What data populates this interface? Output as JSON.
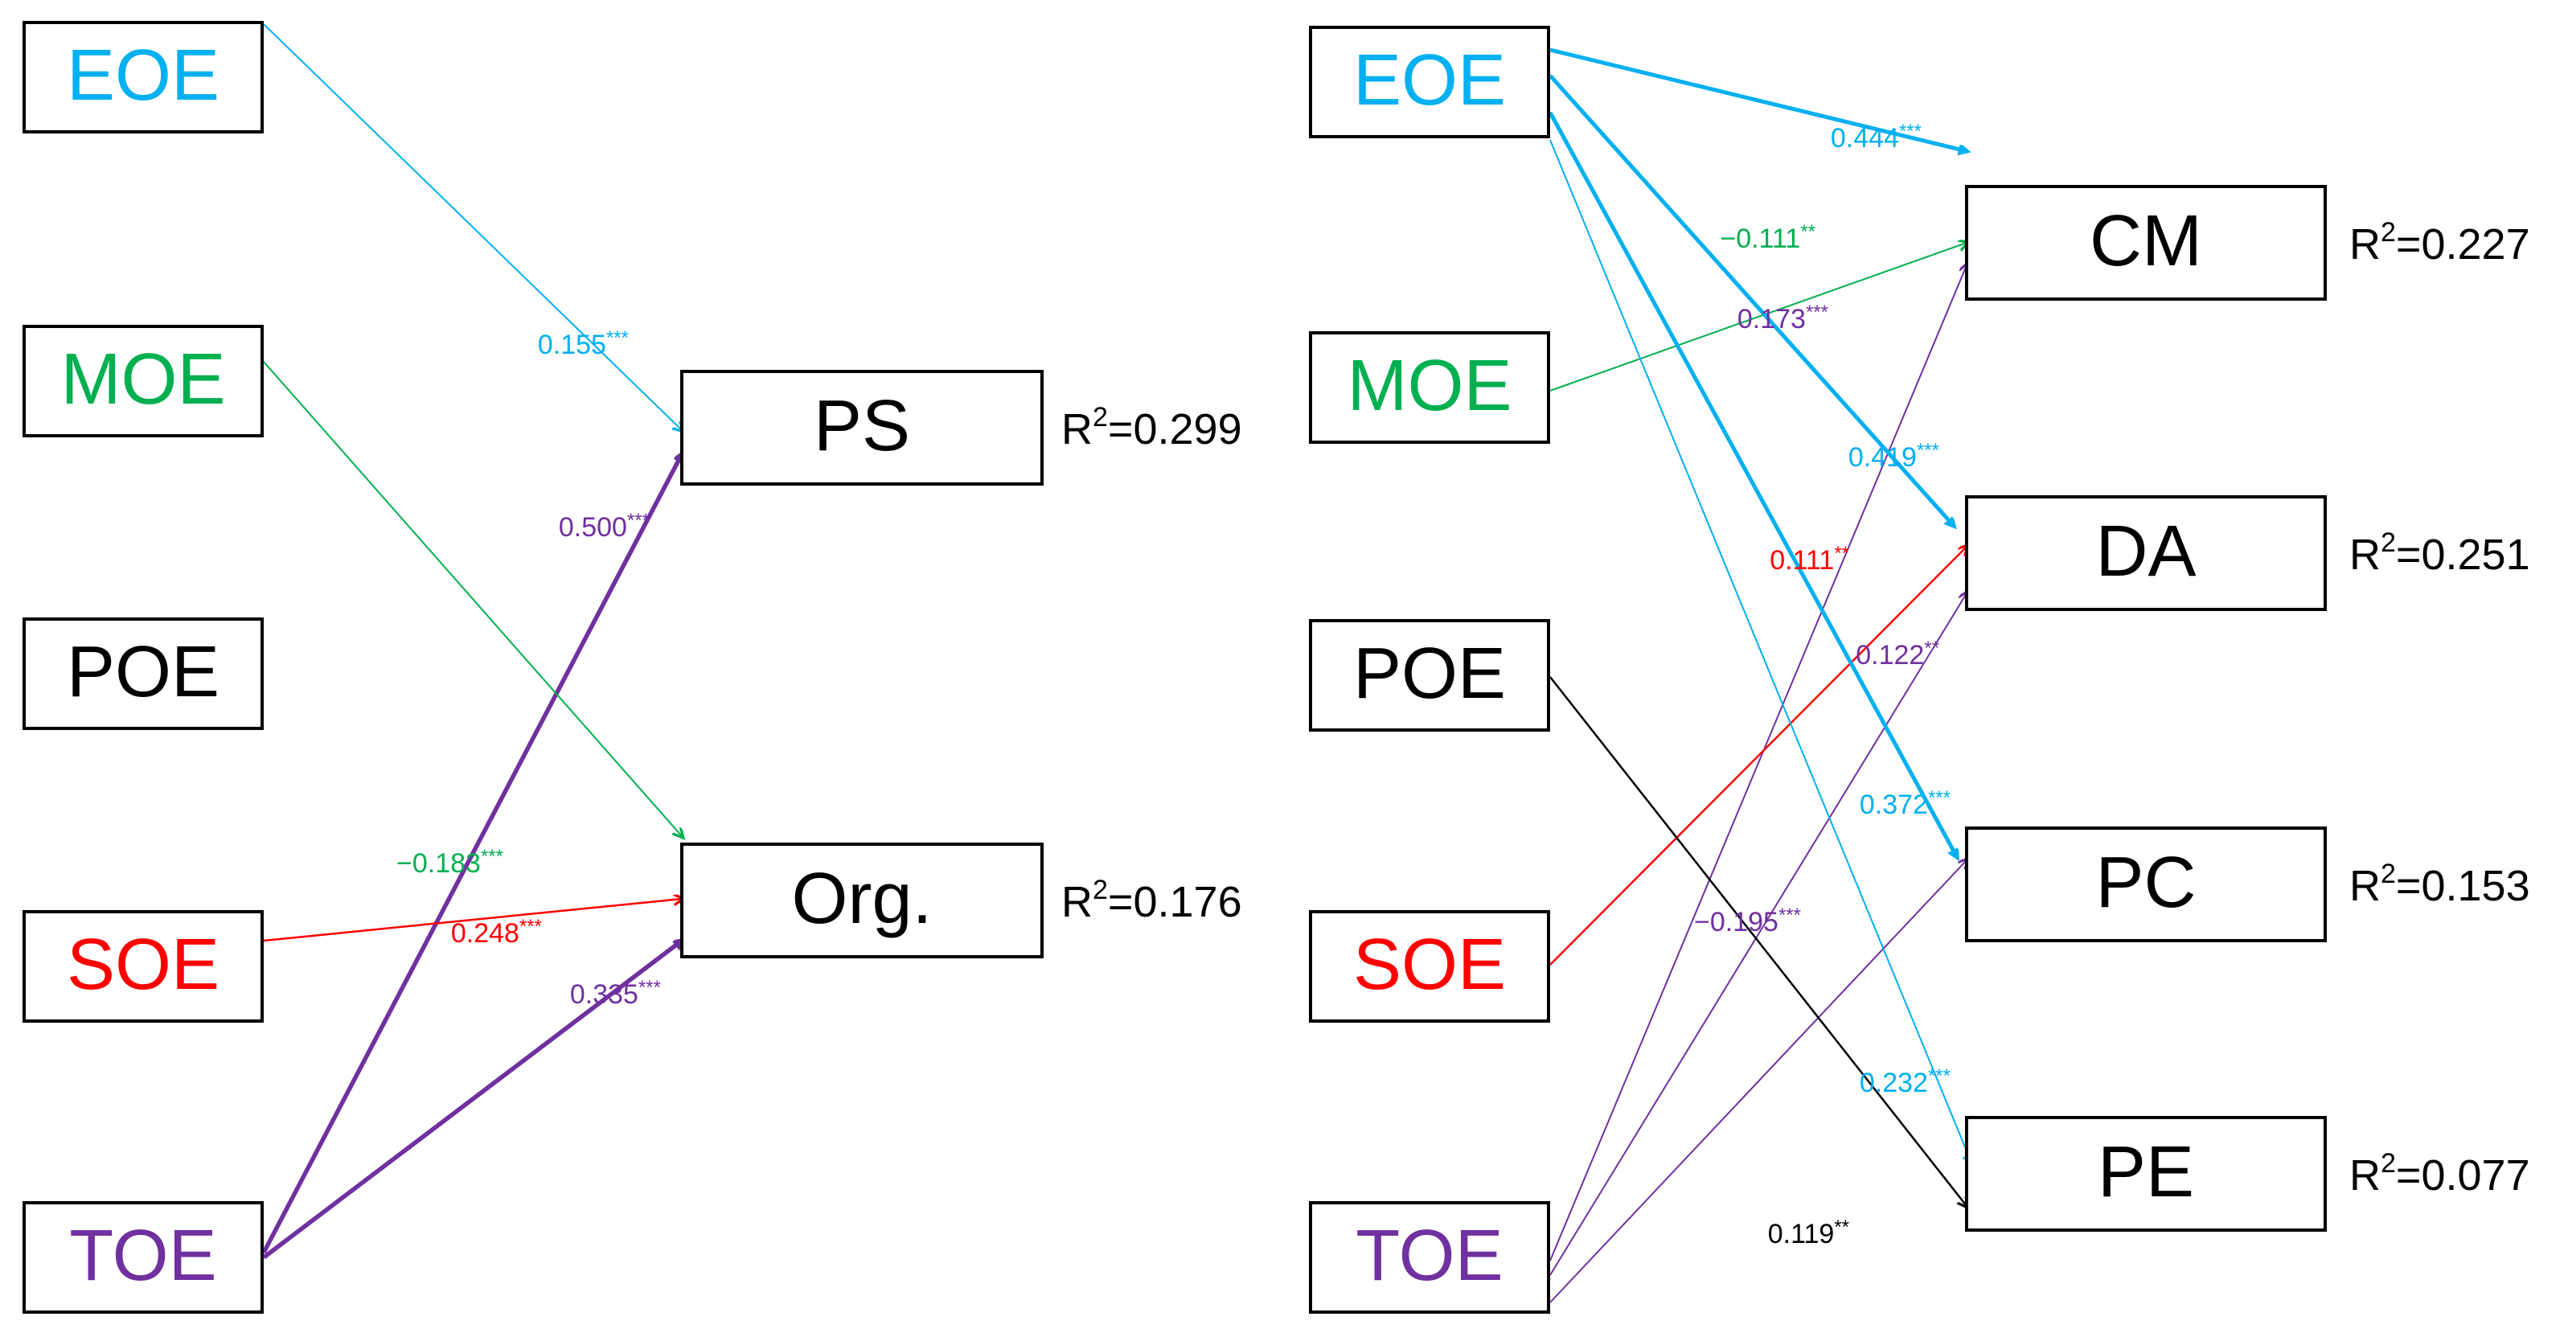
{
  "colors": {
    "EOE": "#00b0f0",
    "MOE": "#00b050",
    "POE": "#000000",
    "SOE": "#ff0000",
    "TOE": "#7030a0"
  },
  "left": {
    "sources": [
      "EOE",
      "MOE",
      "POE",
      "SOE",
      "TOE"
    ],
    "targets": [
      {
        "label": "PS",
        "r2": "0.299"
      },
      {
        "label": "Org.",
        "r2": "0.176"
      }
    ],
    "paths": [
      {
        "from": "EOE",
        "to": "PS",
        "coef": "0.155",
        "stars": "***"
      },
      {
        "from": "TOE",
        "to": "PS",
        "coef": "0.500",
        "stars": "***"
      },
      {
        "from": "MOE",
        "to": "Org.",
        "coef": "−0.183",
        "stars": "***"
      },
      {
        "from": "SOE",
        "to": "Org.",
        "coef": "0.248",
        "stars": "***"
      },
      {
        "from": "TOE",
        "to": "Org.",
        "coef": "0.335",
        "stars": "***"
      }
    ]
  },
  "right": {
    "sources": [
      "EOE",
      "MOE",
      "POE",
      "SOE",
      "TOE"
    ],
    "targets": [
      {
        "label": "CM",
        "r2": "0.227"
      },
      {
        "label": "DA",
        "r2": "0.251"
      },
      {
        "label": "PC",
        "r2": "0.153"
      },
      {
        "label": "PE",
        "r2": "0.077"
      }
    ],
    "paths": [
      {
        "from": "EOE",
        "to": "CM",
        "coef": "0.444",
        "stars": "***"
      },
      {
        "from": "MOE",
        "to": "CM",
        "coef": "−0.111",
        "stars": "**"
      },
      {
        "from": "TOE",
        "to": "CM",
        "coef": "0.173",
        "stars": "***"
      },
      {
        "from": "EOE",
        "to": "DA",
        "coef": "0.419",
        "stars": "***"
      },
      {
        "from": "SOE",
        "to": "DA",
        "coef": "0.111",
        "stars": "**"
      },
      {
        "from": "TOE",
        "to": "DA",
        "coef": "0.122",
        "stars": "**"
      },
      {
        "from": "EOE",
        "to": "PC",
        "coef": "0.372",
        "stars": "***"
      },
      {
        "from": "TOE",
        "to": "PC",
        "coef": "−0.195",
        "stars": "***"
      },
      {
        "from": "EOE",
        "to": "PE",
        "coef": "0.232",
        "stars": "***"
      },
      {
        "from": "POE",
        "to": "PE",
        "coef": "0.119",
        "stars": "**"
      }
    ]
  },
  "r2_prefix": "R",
  "r2_sup": "2",
  "r2_eq": "="
}
